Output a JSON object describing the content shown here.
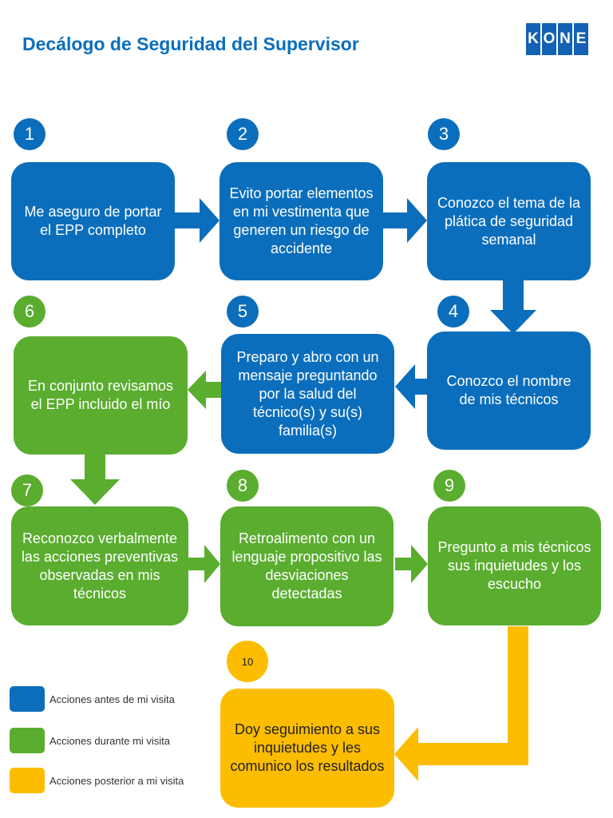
{
  "title": "Decálogo de Seguridad del Supervisor",
  "logo": {
    "text": "KONE",
    "letters": [
      "K",
      "O",
      "N",
      "E"
    ]
  },
  "colors": {
    "blue": "#0b6ebc",
    "green": "#5aad2f",
    "yellow": "#fcbd00",
    "title": "#0a6ebd"
  },
  "steps": [
    {
      "number": "1",
      "text": "Me aseguro de portar el EPP completo",
      "phase": "before"
    },
    {
      "number": "2",
      "text": "Evito portar elementos en mi vestimenta que generen un riesgo de accidente",
      "phase": "before"
    },
    {
      "number": "3",
      "text": "Conozco el tema de la plática de seguridad semanal",
      "phase": "before"
    },
    {
      "number": "4",
      "text": "Conozco el nombre de mis técnicos",
      "phase": "before"
    },
    {
      "number": "5",
      "text": "Preparo y abro con un mensaje preguntando por la salud del técnico(s) y su(s) familia(s)",
      "phase": "before"
    },
    {
      "number": "6",
      "text": "En conjunto revisamos el EPP incluido el mío",
      "phase": "during"
    },
    {
      "number": "7",
      "text": "Reconozco verbalmente las acciones preventivas observadas en mis técnicos",
      "phase": "during"
    },
    {
      "number": "8",
      "text": "Retroalimento con un lenguaje propositivo las desviaciones detectadas",
      "phase": "during"
    },
    {
      "number": "9",
      "text": "Pregunto a mis técnicos sus inquietudes y los escucho",
      "phase": "during"
    },
    {
      "number": "10",
      "text": "Doy seguimiento a sus inquietudes y les comunico los resultados",
      "phase": "after"
    }
  ],
  "legend": [
    {
      "label": "Acciones antes de mi visita",
      "color": "#0b6ebc"
    },
    {
      "label": "Acciones durante mi visita",
      "color": "#5aad2f"
    },
    {
      "label": "Acciones posterior a mi visita",
      "color": "#fcbd00"
    }
  ]
}
